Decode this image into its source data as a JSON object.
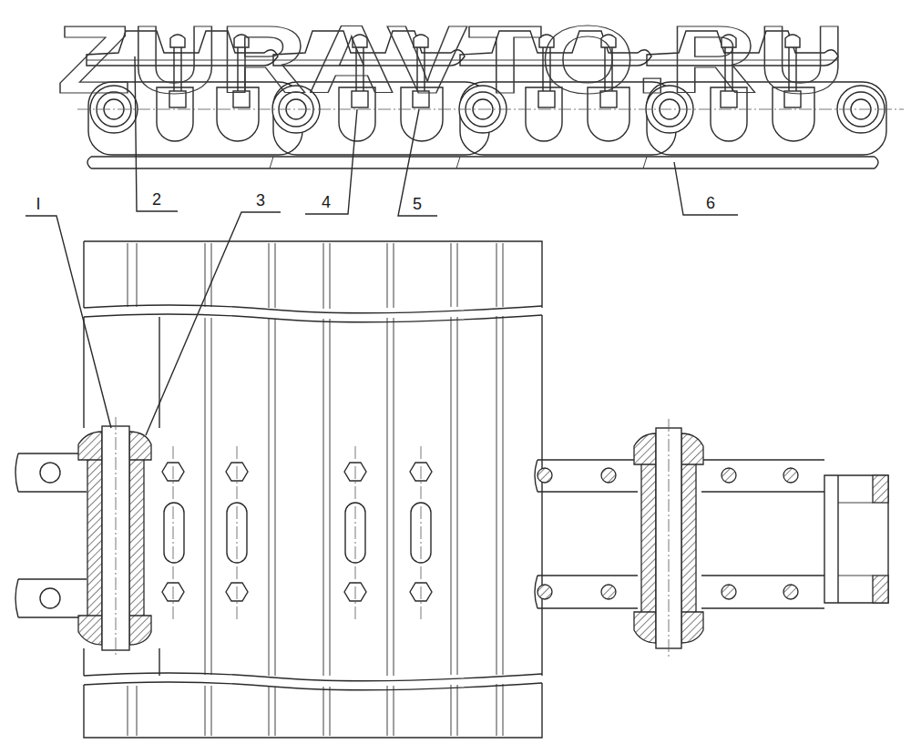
{
  "diagram": {
    "labels": [
      "ZURAVTO.RU",
      "I",
      "2",
      "3",
      "4",
      "5",
      "6"
    ]
  }
}
